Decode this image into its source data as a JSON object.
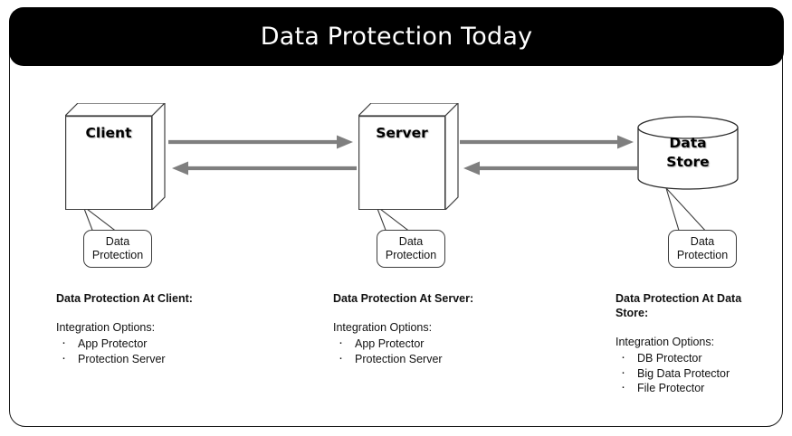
{
  "slide": {
    "title": "Data Protection Today",
    "background_color": "#ffffff",
    "title_bar_color": "#000000",
    "title_text_color": "#ffffff",
    "frame_border_color": "#1a1a1a"
  },
  "diagram": {
    "arrow_color": "#7f7f7f",
    "nodes": [
      {
        "id": "client",
        "label": "Client",
        "shape": "3d-box"
      },
      {
        "id": "server",
        "label": "Server",
        "shape": "3d-box"
      },
      {
        "id": "data-store",
        "label_line1": "Data",
        "label_line2": "Store",
        "shape": "cylinder"
      }
    ],
    "callouts": [
      {
        "id": "callout-client",
        "line1": "Data",
        "line2": "Protection"
      },
      {
        "id": "callout-server",
        "line1": "Data",
        "line2": "Protection"
      },
      {
        "id": "callout-store",
        "line1": "Data",
        "line2": "Protection"
      }
    ],
    "connections": [
      {
        "id": "client-to-server",
        "from": "client",
        "to": "server",
        "direction": "right"
      },
      {
        "id": "server-to-client",
        "from": "server",
        "to": "client",
        "direction": "left"
      },
      {
        "id": "server-to-store",
        "from": "server",
        "to": "data-store",
        "direction": "right"
      },
      {
        "id": "store-to-server",
        "from": "data-store",
        "to": "server",
        "direction": "left"
      }
    ]
  },
  "text_blocks": [
    {
      "id": "client",
      "heading": "Data Protection At Client:",
      "subheading": "Integration Options:",
      "items": [
        "App Protector",
        "Protection Server"
      ]
    },
    {
      "id": "server",
      "heading": "Data Protection At Server:",
      "subheading": "Integration Options:",
      "items": [
        "App Protector",
        "Protection Server"
      ]
    },
    {
      "id": "data-store",
      "heading": "Data Protection At Data Store:",
      "subheading": "Integration Options:",
      "items": [
        "DB Protector",
        "Big Data Protector",
        "File Protector"
      ]
    }
  ]
}
